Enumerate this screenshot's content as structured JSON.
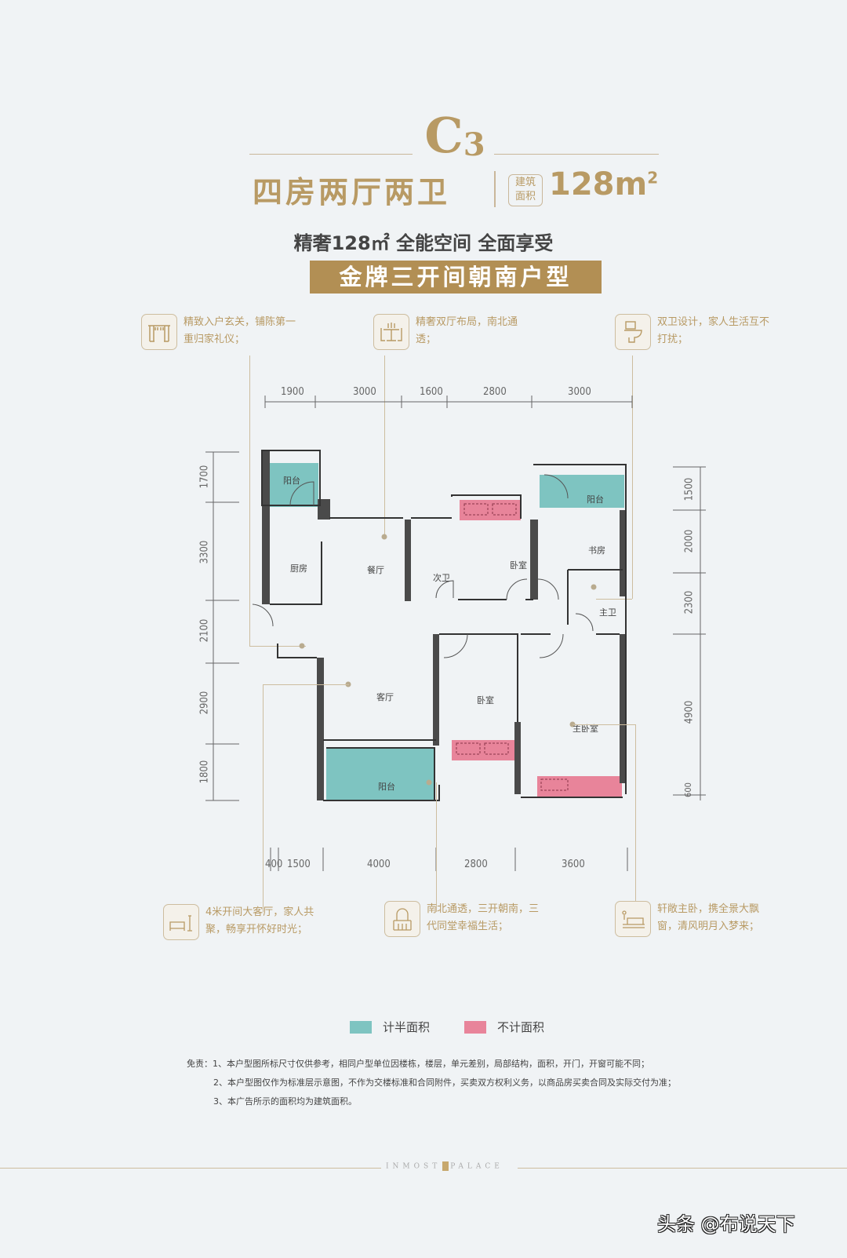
{
  "header": {
    "unit_code": "C",
    "unit_code_sub": "3",
    "unit_type": "四房两厅两卫",
    "area_badge_line1": "建筑",
    "area_badge_line2": "面积",
    "area_value": "128m",
    "area_unit_sup": "2",
    "slogan": "精奢128㎡ 全能空间 全面享受",
    "banner": "金牌三开间朝南户型"
  },
  "features": {
    "top": [
      {
        "icon": "entrance-gate-icon",
        "text": "精致入户玄关，铺陈第一重归家礼仪；"
      },
      {
        "icon": "dining-table-icon",
        "text": "精奢双厅布局，南北通透；"
      },
      {
        "icon": "toilet-icon",
        "text": "双卫设计，家人生活互不打扰；"
      }
    ],
    "bottom": [
      {
        "icon": "sofa-lamp-icon",
        "text": "4米开间大客厅，家人共聚，畅享开怀好时光；"
      },
      {
        "icon": "arched-window-icon",
        "text": "南北通透，三开朝南，三代同堂幸福生活；"
      },
      {
        "icon": "bed-icon",
        "text": "轩敞主卧，携全景大飘窗，清风明月入梦来；"
      }
    ]
  },
  "dimensions": {
    "top": [
      "1900",
      "3000",
      "1600",
      "2800",
      "3000"
    ],
    "bottom": [
      "400",
      "1500",
      "4000",
      "2800",
      "3600"
    ],
    "left": [
      "1700",
      "3300",
      "2100",
      "2900",
      "1800"
    ],
    "right": [
      "1500",
      "2000",
      "2300",
      "4900",
      "600"
    ]
  },
  "rooms": {
    "balcony_nw": "阳台",
    "kitchen": "厨房",
    "dining": "餐厅",
    "second_bath": "次卫",
    "bedroom_n": "卧室",
    "balcony_ne": "阳台",
    "study": "书房",
    "master_bath": "主卫",
    "living": "客厅",
    "bedroom_s": "卧室",
    "master_bedroom": "主卧室",
    "balcony_s": "阳台"
  },
  "legend": {
    "half_area": {
      "label": "计半面积",
      "color": "#7ec4c1"
    },
    "no_area": {
      "label": "不计面积",
      "color": "#e8849a"
    }
  },
  "disclaimer": {
    "line1": "免责：1、本户型图所标尺寸仅供参考，相同户型单位因楼栋，楼层，单元差别，局部结构，面积，开门，开窗可能不同；",
    "line2": "2、本户型图仅作为标准层示意图，不作为交楼标准和合同附件，买卖双方权利义务，以商品房买卖合同及实际交付为准；",
    "line3": "3、本广告所示的面积均为建筑面积。"
  },
  "footer": {
    "brand_left": "INMOST",
    "brand_right": "PALACE",
    "watermark": "头条 @布说天下"
  },
  "colors": {
    "gold": "#b89a64",
    "banner": "#b28f54",
    "teal": "#7ec4c1",
    "pink": "#e8849a",
    "wall": "#4a4a4a",
    "background": "#f0f3f5"
  }
}
